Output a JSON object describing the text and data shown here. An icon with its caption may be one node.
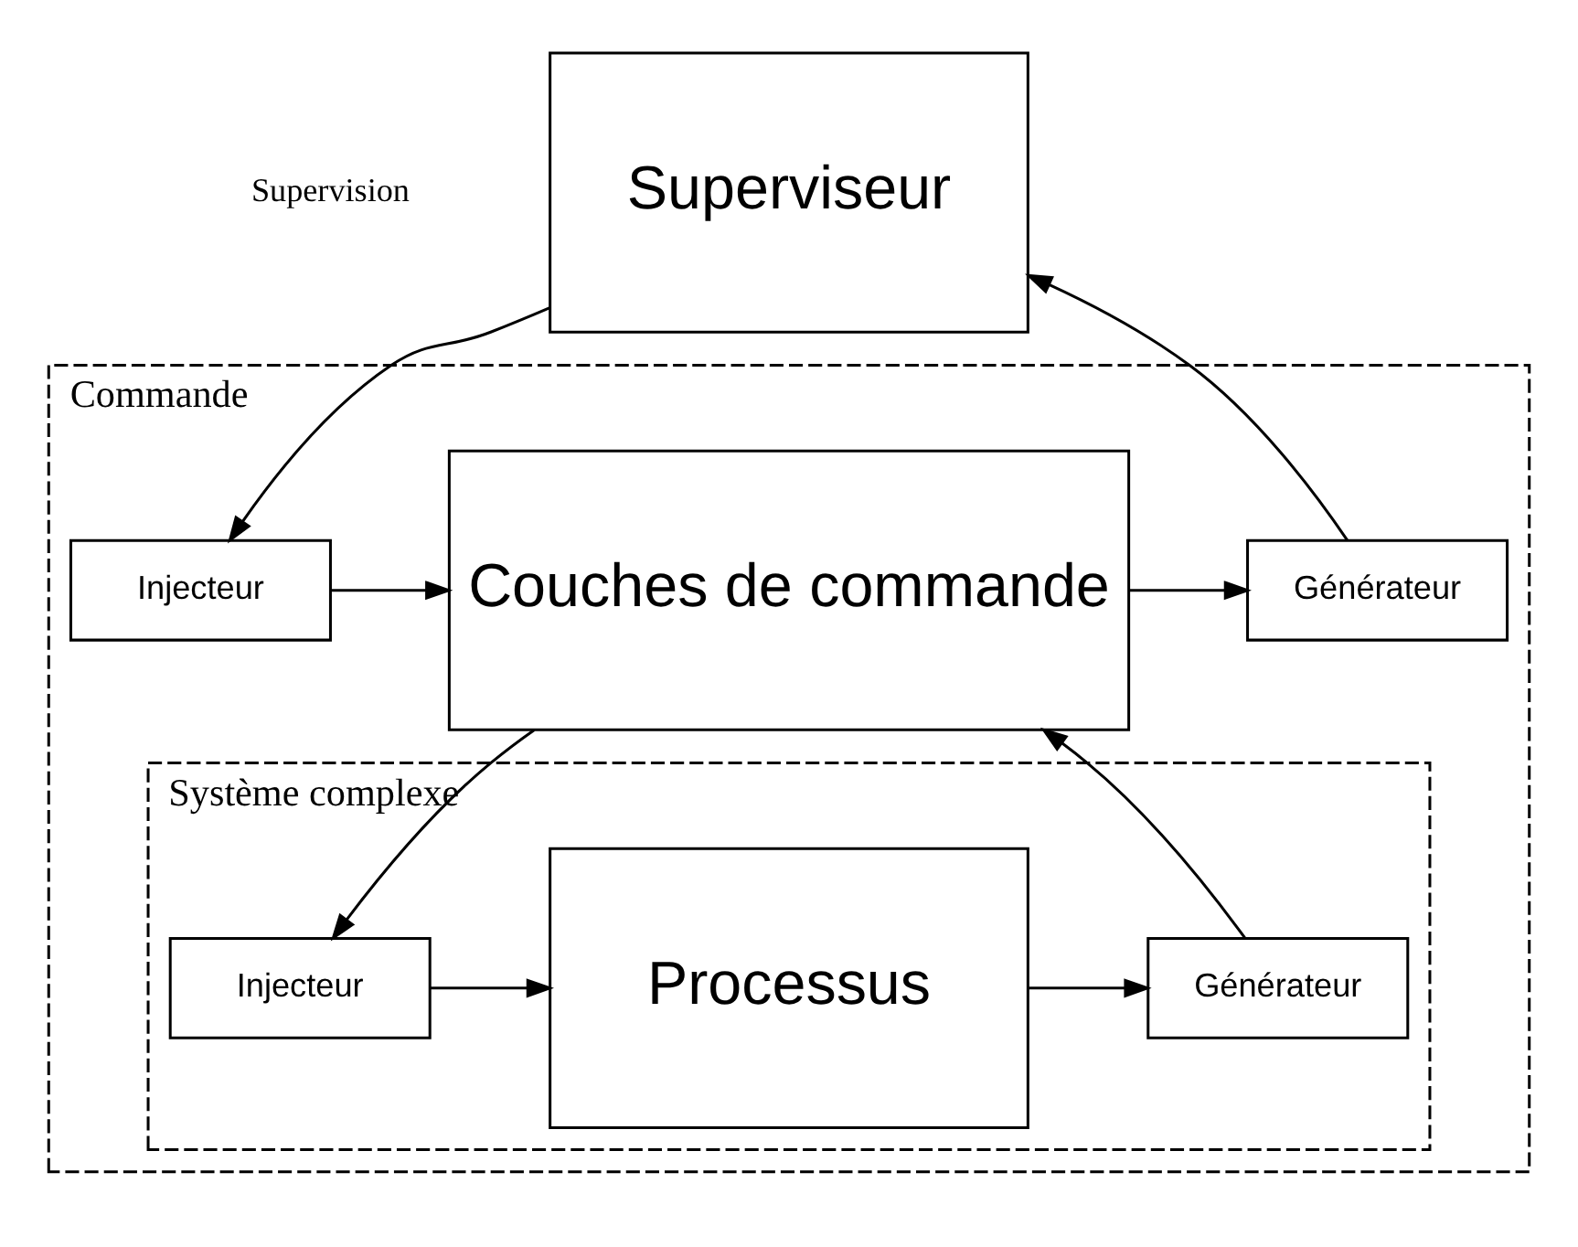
{
  "diagram": {
    "nodes": [
      {
        "text": [
          "Superviseur"
        ]
      },
      {
        "text": [
          "Commande"
        ]
      },
      {
        "text": [
          "Générateur"
        ],
        "in": 1
      },
      {
        "text": [
          "Couches de commande"
        ],
        "in": 1
      },
      {
        "text": [
          "Injecteur"
        ],
        "in": 1
      },
      {
        "text": [
          "Système complexe"
        ],
        "in": 1
      },
      {
        "text": [
          "Générateur"
        ],
        "in": 5
      },
      {
        "text": [
          "Processus"
        ],
        "in": 5
      },
      {
        "text": [
          "Injecteur"
        ],
        "in": 5
      }
    ],
    "edges": [
      {
        "from": 2,
        "to": 0,
        "arrow": "to"
      },
      {
        "from": 0,
        "to": 4,
        "arrow": "to"
      },
      {
        "from": 4,
        "to": 3,
        "arrow": "to"
      },
      {
        "from": 3,
        "to": 2,
        "arrow": "to"
      },
      {
        "from": 6,
        "to": 3,
        "arrow": "to"
      },
      {
        "from": 3,
        "to": 8,
        "arrow": "to"
      },
      {
        "from": 8,
        "to": 7,
        "arrow": "to"
      },
      {
        "from": 7,
        "to": 6,
        "arrow": "to"
      }
    ],
    "labels": [
      "Supervision"
    ]
  }
}
